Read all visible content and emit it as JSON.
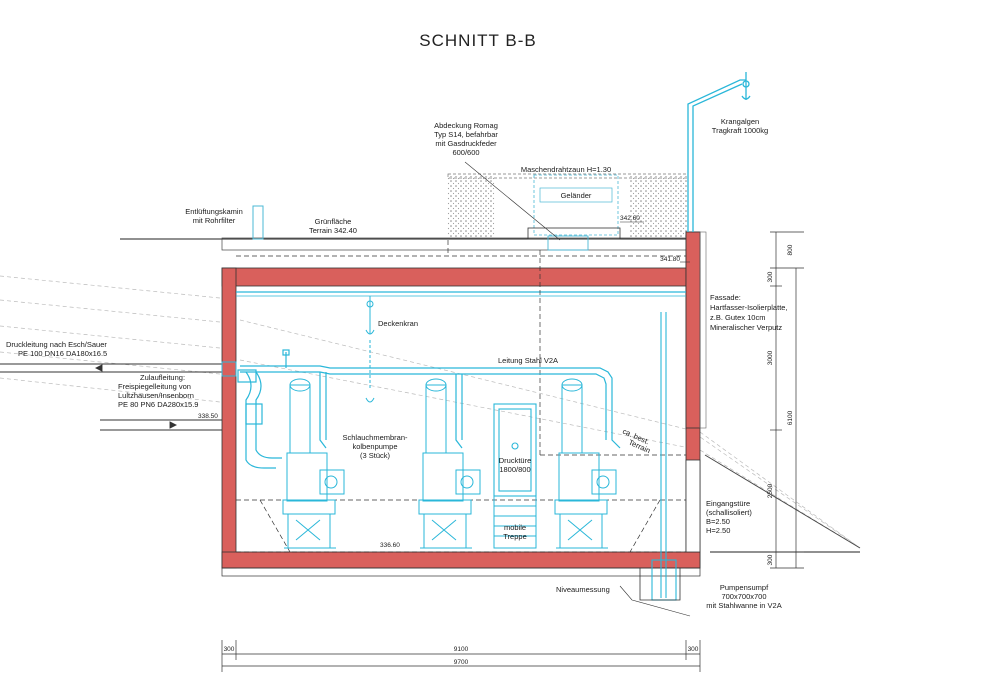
{
  "drawing": {
    "title": "SCHNITT B-B",
    "labels": {
      "cover_1": "Abdeckung Romag",
      "cover_2": "Typ S14, befahrbar",
      "cover_3": "mit Gasdruckfeder",
      "cover_4": "600/600",
      "fence": "Maschendrahtzaun H=1.30",
      "railing": "Geländer",
      "crane_1": "Krangalgen",
      "crane_2": "Tragkraft 1000kg",
      "vent_1": "Entlüftungskamin",
      "vent_2": "mit Rohrfilter",
      "green_1": "Grünfläche",
      "green_2": "Terrain 342.40",
      "level_top": "342.60",
      "level_roof": "341.80",
      "facade_1": "Fassade:",
      "facade_2": "Hartfasser-Isolierplatte,",
      "facade_3": "z.B. Gutex 10cm",
      "facade_4": "Mineralischer Verputz",
      "pressure_1": "Druckleitung nach Esch/Sauer",
      "pressure_2": "PE 100 DN16 DA180x16.5",
      "inflow_1": "Zulaufleitung:",
      "inflow_2": "Freispiegelleitung von",
      "inflow_3": "Lultzhausen/Insenborn",
      "inflow_4": "PE 80 PN6 DA280x15.9",
      "level_inflow": "338.50",
      "ceiling_crane": "Deckenkran",
      "pipe": "Leitung Stahl V2A",
      "pump_1": "Schlauchmembran-",
      "pump_2": "kolbenpumpe",
      "pump_3": "(3 Stück)",
      "door_1": "Drucktüre",
      "door_2": "1800/800",
      "terrain_1": "ca. best.",
      "terrain_2": "Terrain",
      "stairs_1": "mobile",
      "stairs_2": "Treppe",
      "entry_1": "Eingangstüre",
      "entry_2": "(schallisoliert)",
      "entry_3": "B=2.50",
      "entry_4": "H=2.50",
      "level_floor": "336.60",
      "level_meas": "Niveaumessung",
      "sump_1": "Pumpensumpf",
      "sump_2": "700x700x700",
      "sump_3": "mit Stahlwanne in V2A"
    },
    "dimensions": {
      "left_wall": "300",
      "inner": "9100",
      "right_wall": "300",
      "total": "9700",
      "v_800": "800",
      "v_300_top": "300",
      "v_3000": "3000",
      "v_6100": "6100",
      "v_2500": "2500",
      "v_300_bottom": "300"
    }
  },
  "colors": {
    "wall": "#d9605c",
    "equipment": "#2ab7d9",
    "line": "#1a1a1a",
    "ground": "#cccccc"
  }
}
